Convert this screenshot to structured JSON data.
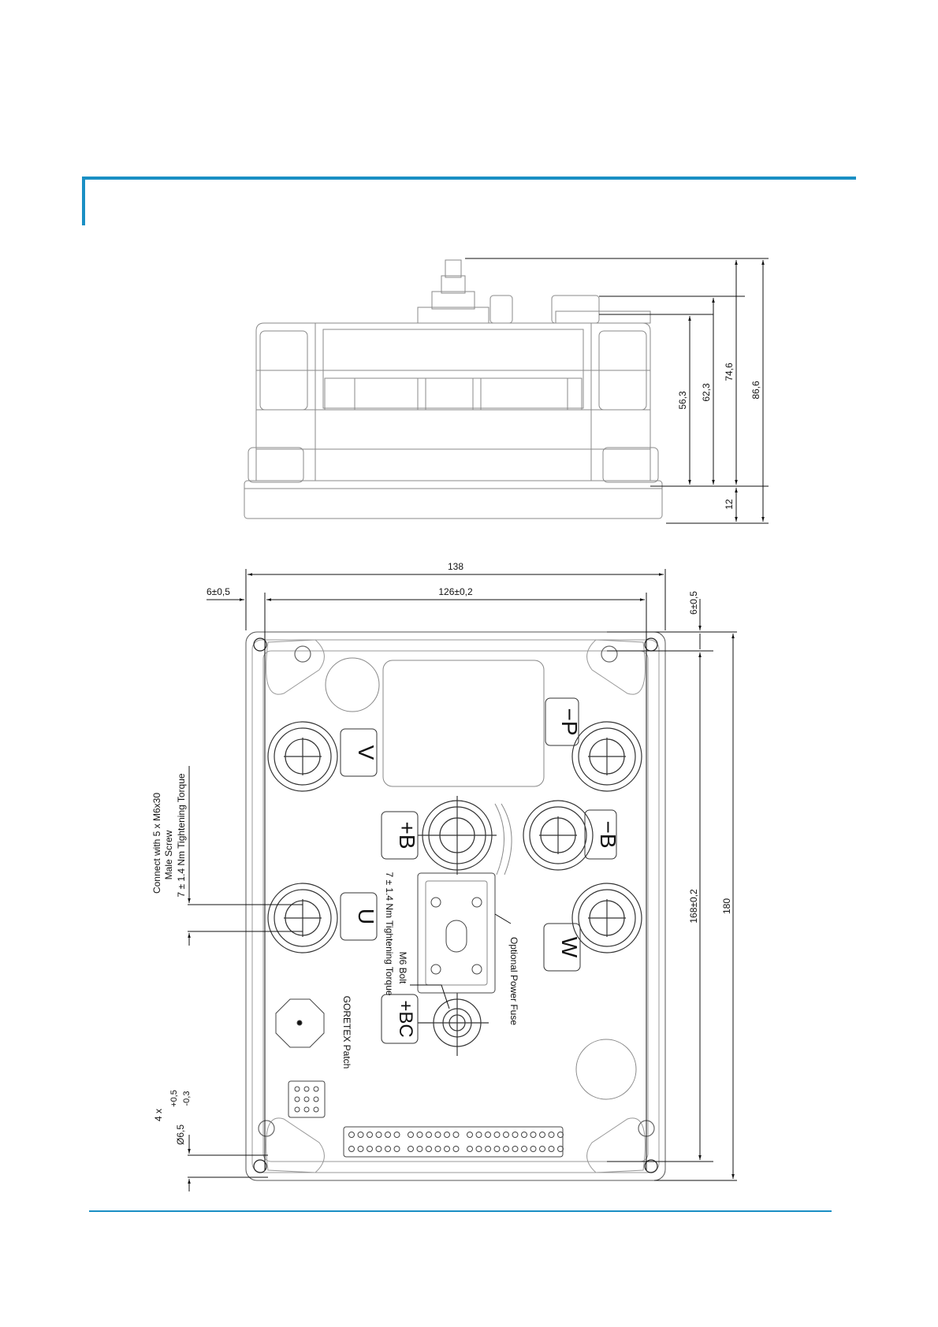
{
  "side_view": {
    "dims": {
      "d56": "56,3",
      "d62": "62,3",
      "d74": "74,6",
      "d86": "86,6",
      "d12": "12"
    }
  },
  "top_view": {
    "dims": {
      "width_overall": "138",
      "width_holes": "126±0,2",
      "offset_left": "6±0,5",
      "offset_right": "6±0,5",
      "height_holes": "168±0,2",
      "height_overall": "180"
    },
    "terminals": {
      "v": "V",
      "u": "U",
      "w": "W",
      "minus_p": "−P",
      "plus_b": "+B",
      "minus_b": "−B",
      "plus_bc": "+BC"
    },
    "notes": {
      "connect_line1": "Connect with 5 x M6x30",
      "connect_line2": "Male Screw",
      "connect_line3": "7 ± 1.4 Nm Tightening Torque",
      "bolt_torque": "7 ± 1.4 Nm Tightening Torque",
      "m6_bolt": "M6 Bolt",
      "optional_fuse": "Optional Power Fuse",
      "goretex": "GORETEX Patch",
      "holes_count": "4 x",
      "holes_dia": "Ø6,5",
      "holes_tol_plus": "+0,5",
      "holes_tol_minus": "-0,3"
    }
  }
}
